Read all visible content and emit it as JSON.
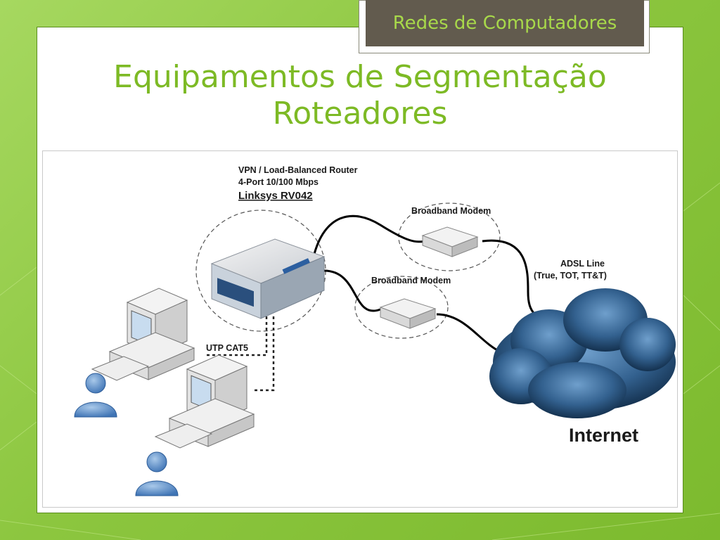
{
  "slide": {
    "header_tag": "Redes de Computadores",
    "title_line1": "Equipamentos de Segmentação",
    "title_line2": "Roteadores"
  },
  "diagram": {
    "router_label_line1": "VPN / Load-Balanced Router",
    "router_label_line2": "4-Port 10/100 Mbps",
    "router_label_line3": "Linksys RV042",
    "modem_label_top": "Broadband Modem",
    "modem_label_bottom": "Broadband Modem",
    "adsl_label_line1": "ADSL Line",
    "adsl_label_line2": "(True, TOT, TT&T)",
    "cable_label": "UTP CAT5",
    "cloud_label": "Internet"
  },
  "colors": {
    "accent_green": "#7dba25",
    "tag_background": "#625b4e",
    "cloud_blue": "#3a6c9e"
  }
}
